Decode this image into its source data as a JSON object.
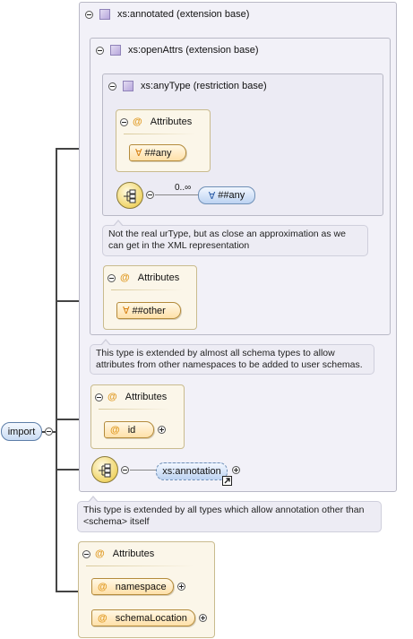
{
  "root": {
    "label": "import"
  },
  "annotated": {
    "title": "xs:annotated (extension base)",
    "note": [
      "This type is extended by all types which allow annotation other than",
      "<schema> itself"
    ],
    "sequence": {
      "ref": "xs:annotation"
    }
  },
  "openAttrs": {
    "title": "xs:openAttrs (extension base)",
    "note": [
      "This type is extended by almost all schema types to allow",
      "attributes from other namespaces to be added to user schemas."
    ],
    "attributes_title": "Attributes",
    "attribute": "##other",
    "id_attributes_title": "Attributes",
    "id_attribute": "id"
  },
  "anyType": {
    "title": "xs:anyType (restriction base)",
    "attributes_title": "Attributes",
    "any_attribute": "##any",
    "occurrence": "0..∞",
    "any_element": "##any",
    "note": [
      "Not the real urType, but as close an approximation as we",
      "can get in the XML representation"
    ]
  },
  "import_attributes": {
    "title": "Attributes",
    "items": [
      "namespace",
      "schemaLocation"
    ]
  },
  "symbols": {
    "at": "@",
    "wildcard": "∀"
  },
  "colors": {
    "panel": "#f2f1f8",
    "attribute": "#fbf6e9",
    "element": "#bcd3f2",
    "sequence": "#f0d56a"
  }
}
